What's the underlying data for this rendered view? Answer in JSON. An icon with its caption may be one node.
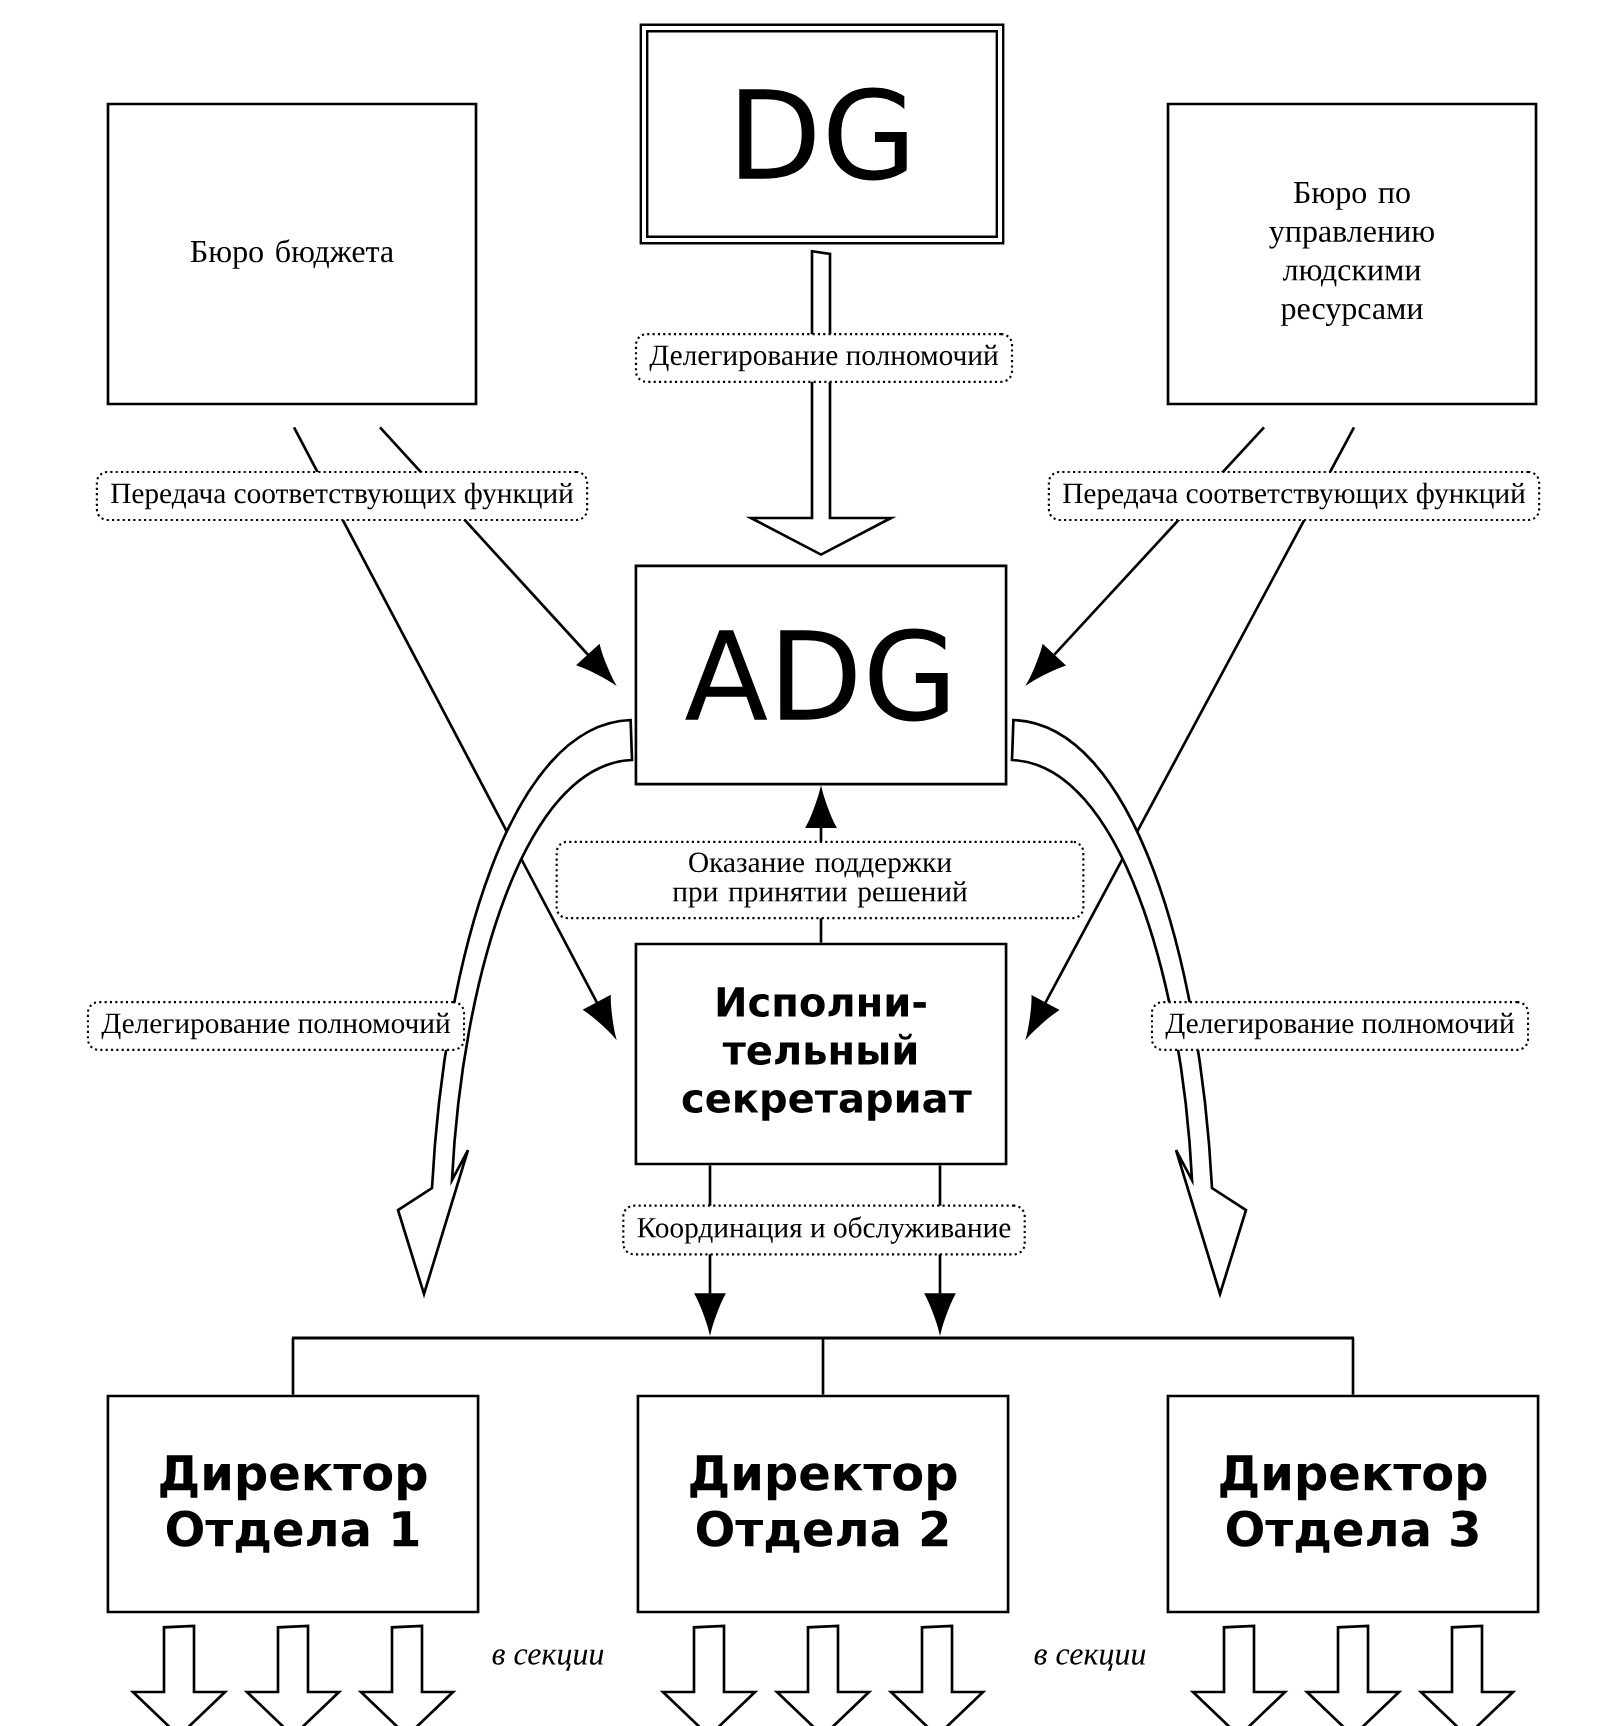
{
  "diagram": {
    "nodes": [
      {
        "text": [
          "DG"
        ]
      },
      {
        "text": [
          "Бюро бюджета"
        ]
      },
      {
        "text": [
          "Бюро по управлению людскими ресурсами"
        ]
      },
      {
        "text": [
          "ADG"
        ]
      },
      {
        "text": [
          "Исполни-тельный секретариат"
        ]
      },
      {
        "text": [
          "Директор Отдела 1"
        ]
      },
      {
        "text": [
          "Директор Отдела 2"
        ]
      },
      {
        "text": [
          "Директор Отдела 3"
        ]
      },
      {
        "text": [],
        "shape": "bar"
      }
    ],
    "edges": [
      {
        "from": 0,
        "to": 3,
        "arrow": "to",
        "style": "thick",
        "label": "Делегирование полномочий"
      },
      {
        "from": 1,
        "to": 3,
        "arrow": "to",
        "label": "Передача соответствующих функций"
      },
      {
        "from": 1,
        "to": 4,
        "arrow": "to"
      },
      {
        "from": 2,
        "to": 3,
        "arrow": "to",
        "label": "Передача соответствующих функций"
      },
      {
        "from": 2,
        "to": 4,
        "arrow": "to"
      },
      {
        "from": 4,
        "to": 3,
        "arrow": "to",
        "label": "Оказание поддержки при принятии решений"
      },
      {
        "from": 3,
        "to": null,
        "arrow": "to",
        "style": "thick",
        "label": "Делегирование полномочий"
      },
      {
        "from": 3,
        "to": null,
        "arrow": "to",
        "style": "thick",
        "label": "Делегирование полномочий"
      },
      {
        "from": 4,
        "to": 8,
        "arrow": "to",
        "label": "Координация и обслуживание"
      },
      {
        "from": 4,
        "to": 8,
        "arrow": "to"
      },
      {
        "from": 8,
        "to": 5,
        "arrow": "none"
      },
      {
        "from": 8,
        "to": 6,
        "arrow": "none"
      },
      {
        "from": 8,
        "to": 7,
        "arrow": "none"
      },
      {
        "from": 5,
        "to": null,
        "arrow": "to",
        "style": "thick"
      },
      {
        "from": 5,
        "to": null,
        "arrow": "to",
        "style": "thick"
      },
      {
        "from": 5,
        "to": null,
        "arrow": "to",
        "style": "thick"
      },
      {
        "from": 6,
        "to": null,
        "arrow": "to",
        "style": "thick"
      },
      {
        "from": 6,
        "to": null,
        "arrow": "to",
        "style": "thick"
      },
      {
        "from": 6,
        "to": null,
        "arrow": "to",
        "style": "thick"
      },
      {
        "from": 7,
        "to": null,
        "arrow": "to",
        "style": "thick"
      },
      {
        "from": 7,
        "to": null,
        "arrow": "to",
        "style": "thick"
      },
      {
        "from": 7,
        "to": null,
        "arrow": "to",
        "style": "thick"
      }
    ],
    "labels": [
      "в секции",
      "в секции"
    ]
  }
}
